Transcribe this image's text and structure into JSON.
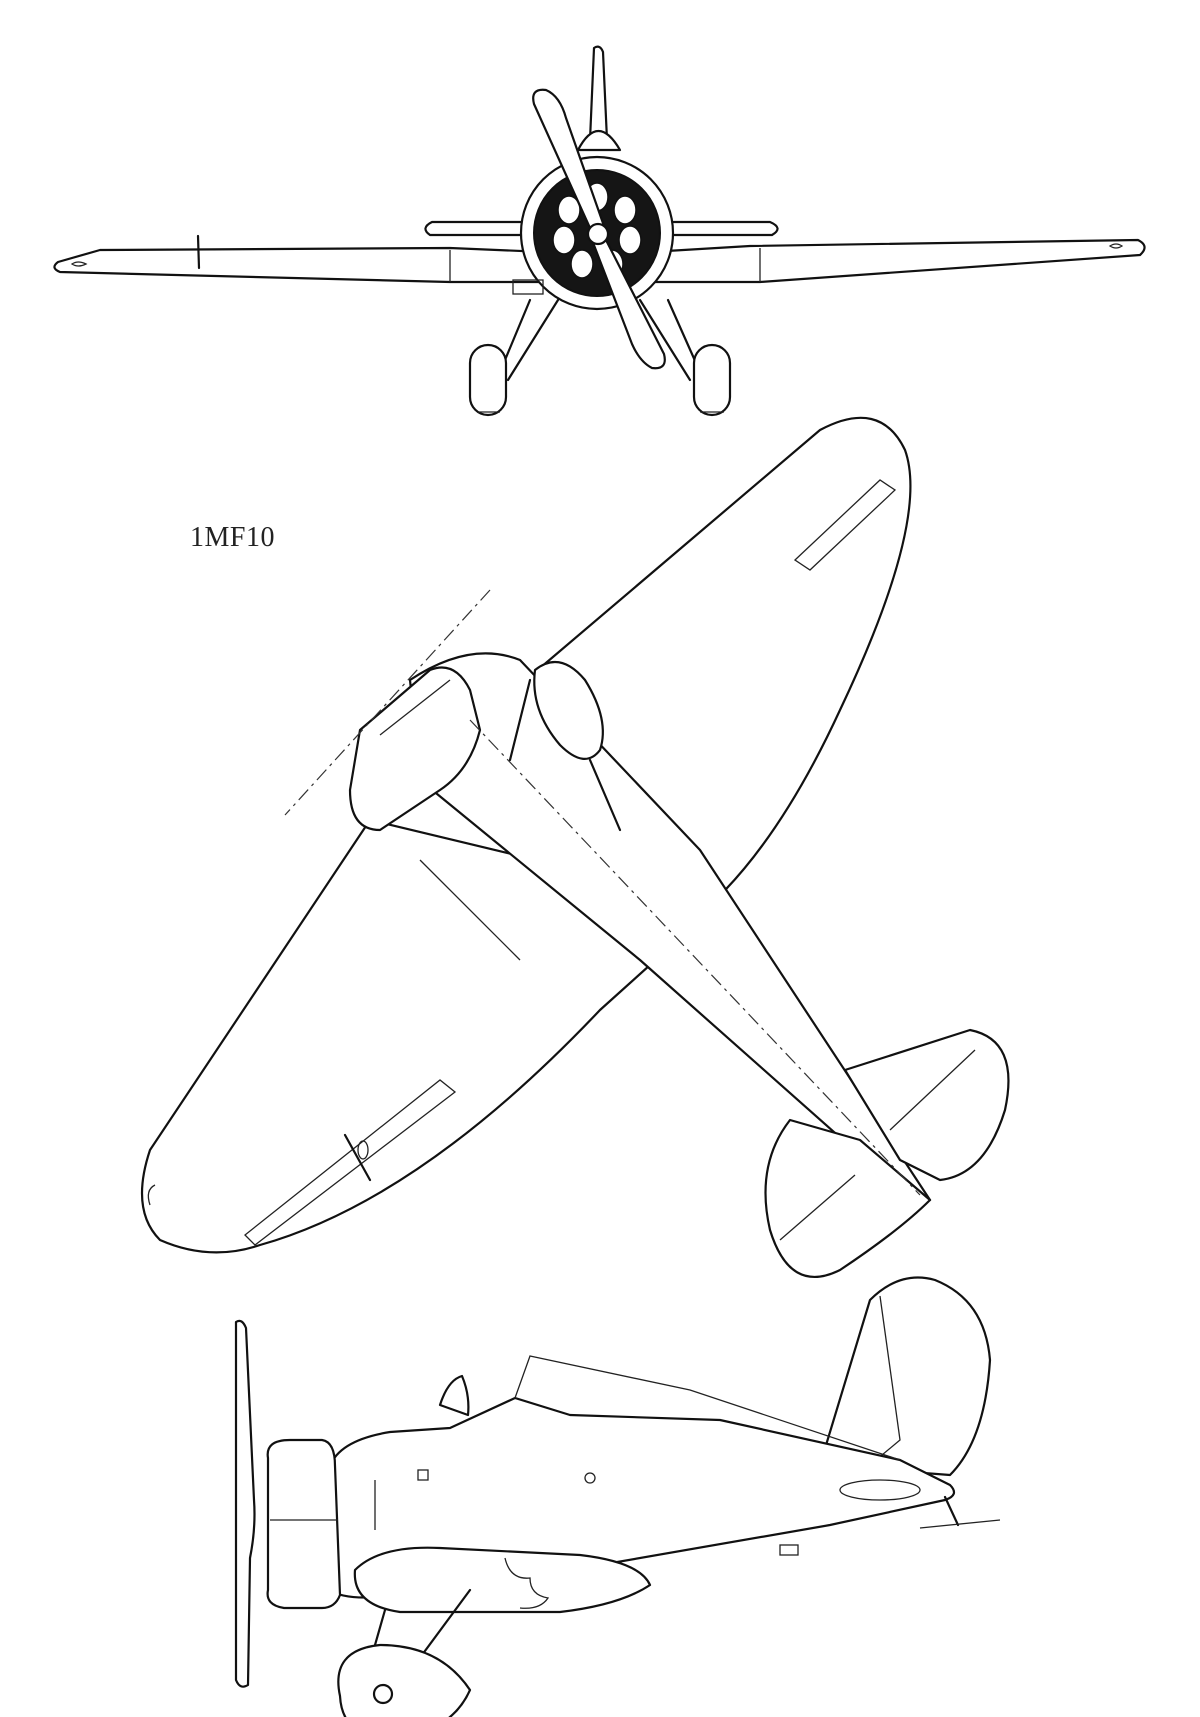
{
  "drawing": {
    "designation": "1MF10",
    "views": [
      {
        "view": "front"
      },
      {
        "view": "plan"
      },
      {
        "view": "side"
      }
    ]
  },
  "colors": {
    "line": "#111111",
    "background": "#ffffff"
  }
}
